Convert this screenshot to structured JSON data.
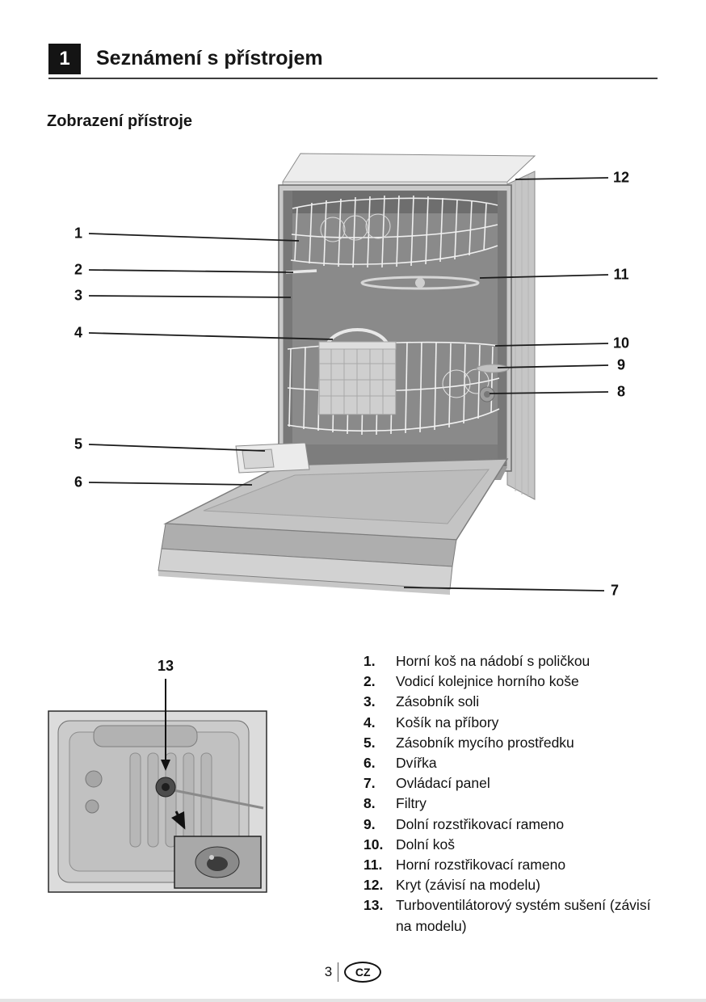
{
  "header": {
    "section_number": "1",
    "title": "Seznámení s přístrojem"
  },
  "section": {
    "subtitle": "Zobrazení přístroje"
  },
  "diagram": {
    "callouts_left": [
      {
        "label": "1"
      },
      {
        "label": "2"
      },
      {
        "label": "3"
      },
      {
        "label": "4"
      },
      {
        "label": "5"
      },
      {
        "label": "6"
      }
    ],
    "callouts_right": [
      {
        "label": "12"
      },
      {
        "label": "11"
      },
      {
        "label": "10"
      },
      {
        "label": "9"
      },
      {
        "label": "8"
      },
      {
        "label": "7"
      }
    ],
    "inset_callout": "13"
  },
  "parts_list": {
    "items": [
      {
        "num": "1.",
        "label": "Horní koš na nádobí s poličkou"
      },
      {
        "num": "2.",
        "label": "Vodicí kolejnice horního koše"
      },
      {
        "num": "3.",
        "label": "Zásobník soli"
      },
      {
        "num": "4.",
        "label": "Košík na příbory"
      },
      {
        "num": "5.",
        "label": "Zásobník mycího prostředku"
      },
      {
        "num": "6.",
        "label": "Dvířka"
      },
      {
        "num": "7.",
        "label": "Ovládací panel"
      },
      {
        "num": "8.",
        "label": "Filtry"
      },
      {
        "num": "9.",
        "label": "Dolní rozstřikovací rameno"
      },
      {
        "num": "10.",
        "label": "Dolní koš"
      },
      {
        "num": "11.",
        "label": "Horní rozstřikovací rameno"
      },
      {
        "num": "12.",
        "label": "Kryt (závisí na modelu)"
      },
      {
        "num": "13.",
        "label": "Turboventilátorový systém sušení (závisí na modelu)"
      }
    ]
  },
  "footer": {
    "page_number": "3",
    "region_badge": "CZ"
  }
}
